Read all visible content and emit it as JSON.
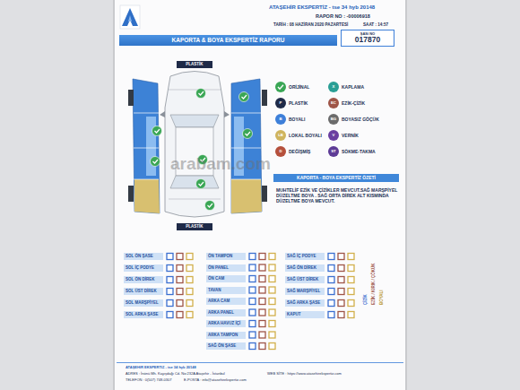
{
  "diagram": {
    "nodes": [
      {
        "text": [
          "KAPORTA & BOYA EKSPERTİZ RAPORU"
        ]
      },
      {
        "text": [
          "ŞASİ NO",
          "017870"
        ]
      },
      {
        "text": [
          "PLASTİK"
        ]
      },
      {
        "text": [
          "PLASTİK"
        ]
      },
      {
        "text": [
          "KAPORTA - BOYA EKSPERTİZ ÖZETİ"
        ]
      }
    ],
    "labels": [
      "ATAŞEHİR EKSPERTİZ - tse 34 hyb 20148",
      "RAPOR NO : -00006918",
      "TARİH : 08 HAZİRAN 2020 PAZARTESİ",
      "SAAT : 14:57",
      "P",
      "B",
      "LB",
      "D",
      "X",
      "EC",
      "BG",
      "V",
      "ST",
      "MUHTELİF EZİK VE ÇİZİKLER MEVCUT.SAĞ MARŞPİYEL DÜZELTME BOYA . SAĞ ORTA DİREK ALT KISMINDA DÜZELTME BOYA MEVCUT.",
      "SOL ÖN ŞASE",
      "SOL İÇ PODYE",
      "SOL ÖN DİREK",
      "SOL ÜST DİREK",
      "SOL MARŞPİYEL",
      "SOL ARKA ŞASE",
      "ÖN TAMPON",
      "ÖN PANEL",
      "ÖN CAM",
      "TAVAN",
      "ARKA CAM",
      "ARKA PANEL",
      "ARKA HAVUZ İÇİ",
      "ARKA TAMPON",
      "SAĞ ÖN ŞASE",
      "SAĞ İÇ PODYE",
      "SAĞ ÖN DİREK",
      "SAĞ ÜST DİREK",
      "SAĞ MARŞPİYEL",
      "SAĞ ARKA ŞASE",
      "KAPUT",
      "ÇİZİK",
      "EZİK / KIRIK / ÇÖKÜK",
      "BOYALI",
      "ATAŞEHİR EKSPERTİZ - tse 34 hyb 20148",
      "ADRES : İnönü Mh. Kayışdağı Cd. No:232A Ataşehir - İstanbul",
      "TELEFON : 0(507) 748-0307",
      "E-POSTA : info@atasehirekspertiz.com",
      "WEB SİTE : https://www.atasehirekspertiz.com",
      "arabam.com"
    ],
    "legend": [
      {
        "text": "ORİJİNAL",
        "color": "#3aa655"
      },
      {
        "text": "PLASTİK",
        "color": "#1f2a48"
      },
      {
        "text": "BOYALI",
        "color": "#3d7fd9"
      },
      {
        "text": "LOKAL BOYALI",
        "color": "#cfb45e"
      },
      {
        "text": "DEĞİŞMİŞ",
        "color": "#b5503c"
      },
      {
        "text": "KAPLAMA",
        "color": "#2a9f95"
      },
      {
        "text": "EZİK-ÇİZİK",
        "color": "#9e5548"
      },
      {
        "text": "BOYASIZ GÖÇÜK",
        "color": "#6b6b6b"
      },
      {
        "text": "VERNİK",
        "color": "#6a3fa0"
      },
      {
        "text": "SÖKME-TAKMA",
        "color": "#5d3b96"
      }
    ]
  }
}
